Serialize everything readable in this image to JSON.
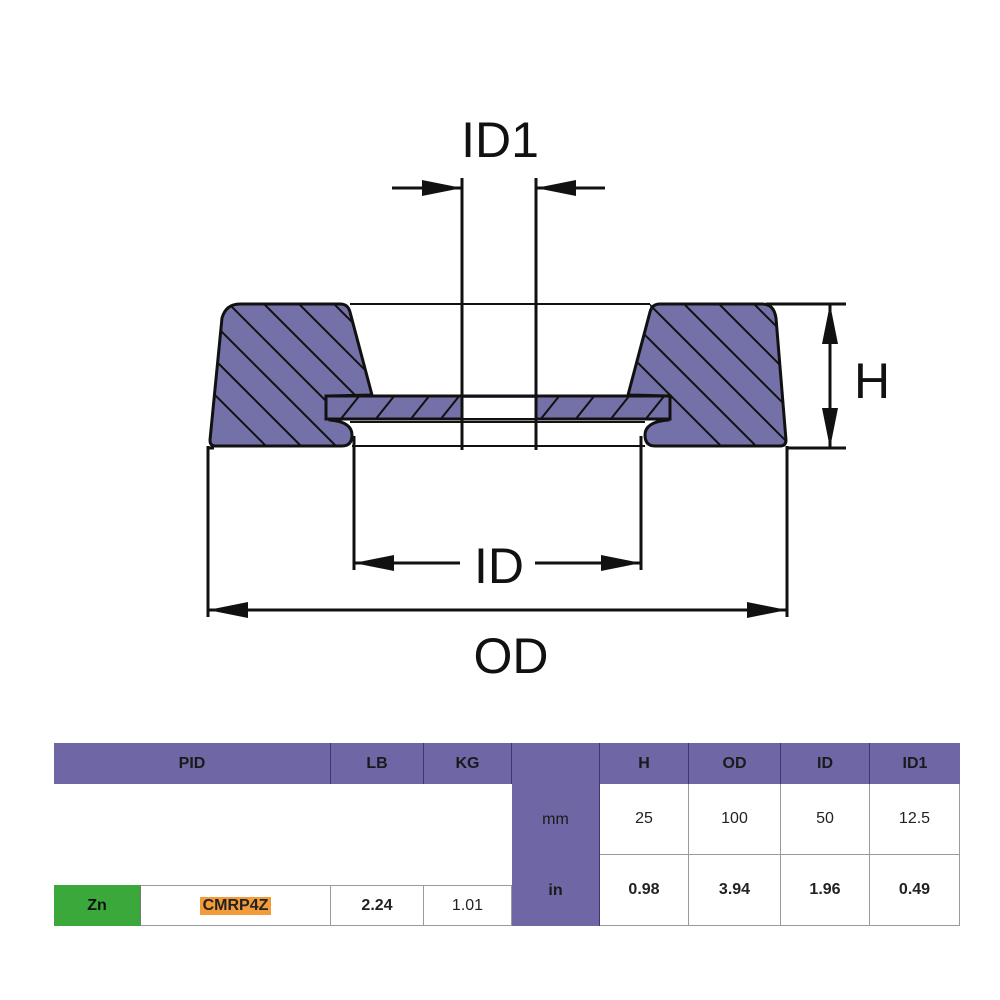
{
  "diagram": {
    "labels": {
      "id1": "ID1",
      "h": "H",
      "id": "ID",
      "od": "OD"
    },
    "colors": {
      "fill": "#7470a8",
      "line": "#111111"
    }
  },
  "table": {
    "headers": {
      "pid": "PID",
      "lb": "LB",
      "kg": "KG",
      "h": "H",
      "od": "OD",
      "id": "ID",
      "id1": "ID1"
    },
    "rows": {
      "mm": {
        "unit": "mm",
        "h": "25",
        "od": "100",
        "id": "50",
        "id1": "12.5"
      },
      "in": {
        "unit": "in",
        "h": "0.98",
        "od": "3.94",
        "id": "1.96",
        "id1": "0.49"
      }
    },
    "product": {
      "material": "Zn",
      "pid": "CMRP4Z",
      "lb": "2.24",
      "kg": "1.01"
    },
    "colors": {
      "header": "#6f66a6",
      "material": "#3aa83a",
      "pid_highlight": "#f39a3a"
    }
  }
}
